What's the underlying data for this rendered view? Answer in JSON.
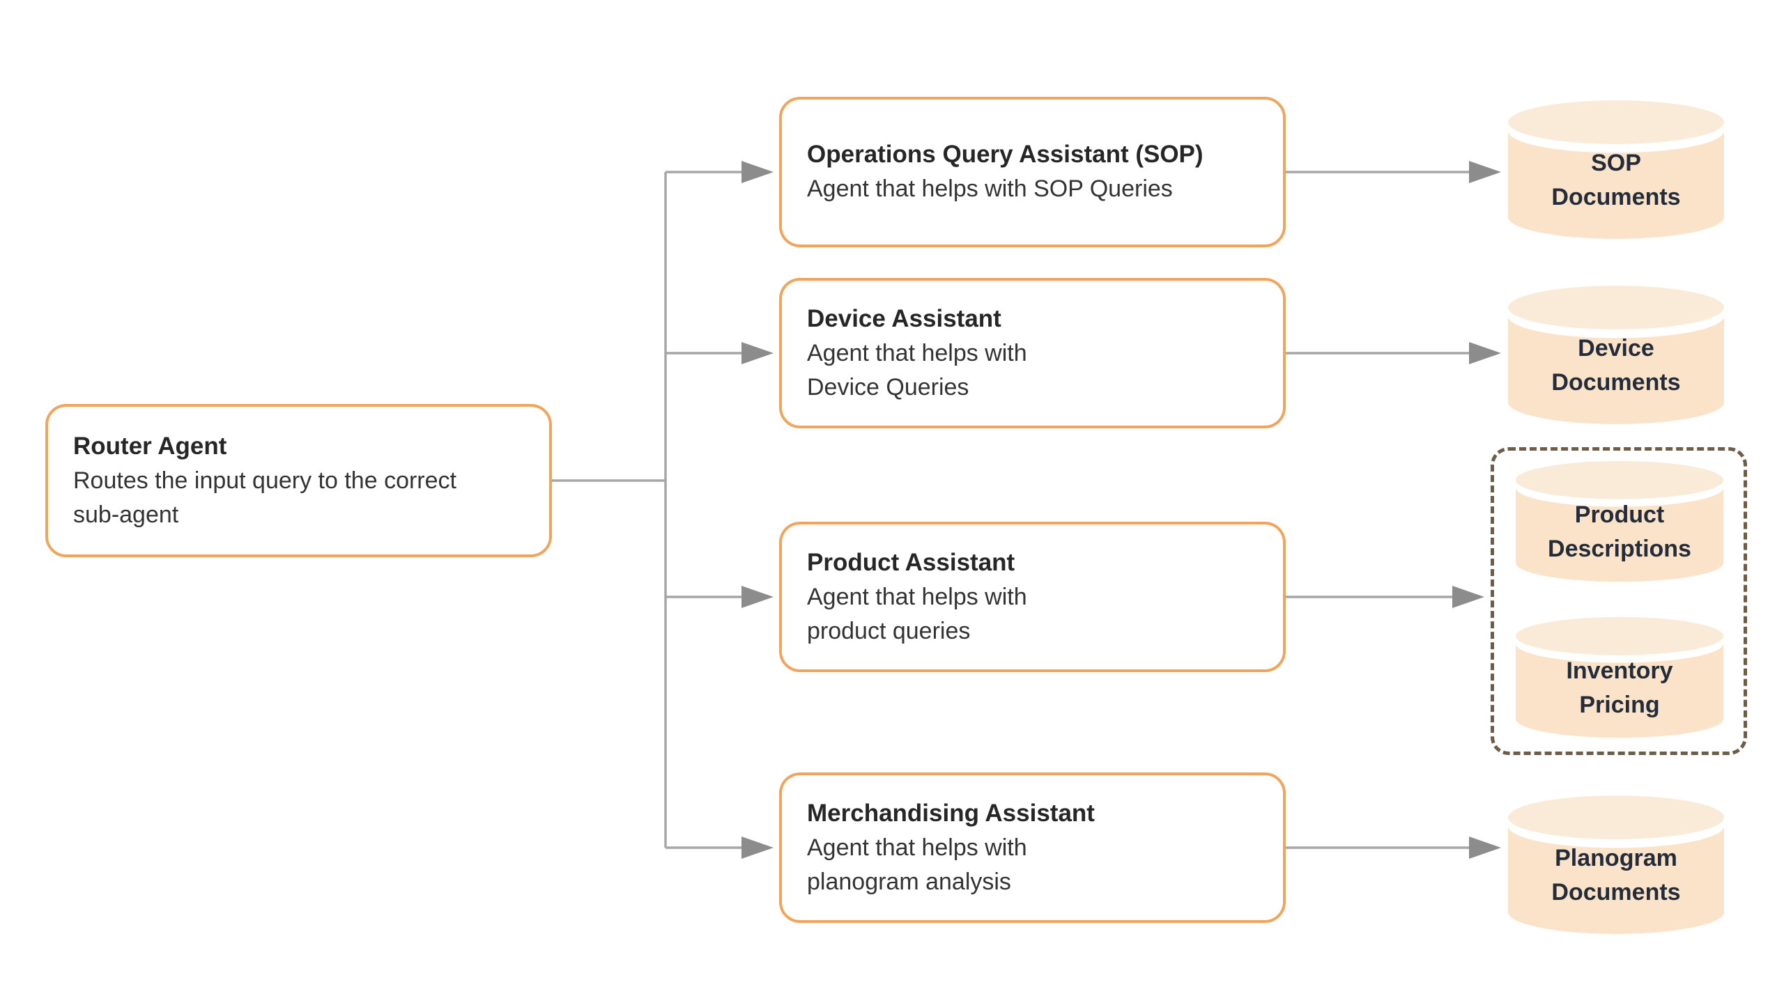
{
  "router": {
    "title": "Router Agent",
    "description": "Routes the input query to the correct\nsub-agent"
  },
  "agents": [
    {
      "title": "Operations Query Assistant (SOP)",
      "description": "Agent that helps with SOP Queries"
    },
    {
      "title": "Device Assistant",
      "description": "Agent that helps with\nDevice Queries"
    },
    {
      "title": "Product Assistant",
      "description": "Agent that helps with\nproduct queries"
    },
    {
      "title": "Merchandising Assistant",
      "description": "Agent that helps with\nplanogram analysis"
    }
  ],
  "datastores": [
    {
      "label": "SOP\nDocuments"
    },
    {
      "label": "Device\nDocuments"
    },
    {
      "label": "Planogram\nDocuments"
    }
  ],
  "product_group": {
    "datastores": [
      {
        "label": "Product\nDescriptions"
      },
      {
        "label": "Inventory\nPricing"
      }
    ]
  },
  "colors": {
    "accent_orange": "#F0A45C",
    "node_fill": "#FFFFFF",
    "cylinder_body": "#FAE3C8",
    "cylinder_top": "#FAEBD9",
    "cylinder_text": "#232C3A",
    "dashed_border": "#6E5C46",
    "connector": "#A6A6A6",
    "arrowhead": "#8C8C8C",
    "title_text": "#262626",
    "body_text": "#333333",
    "background": "#FFFFFF"
  }
}
